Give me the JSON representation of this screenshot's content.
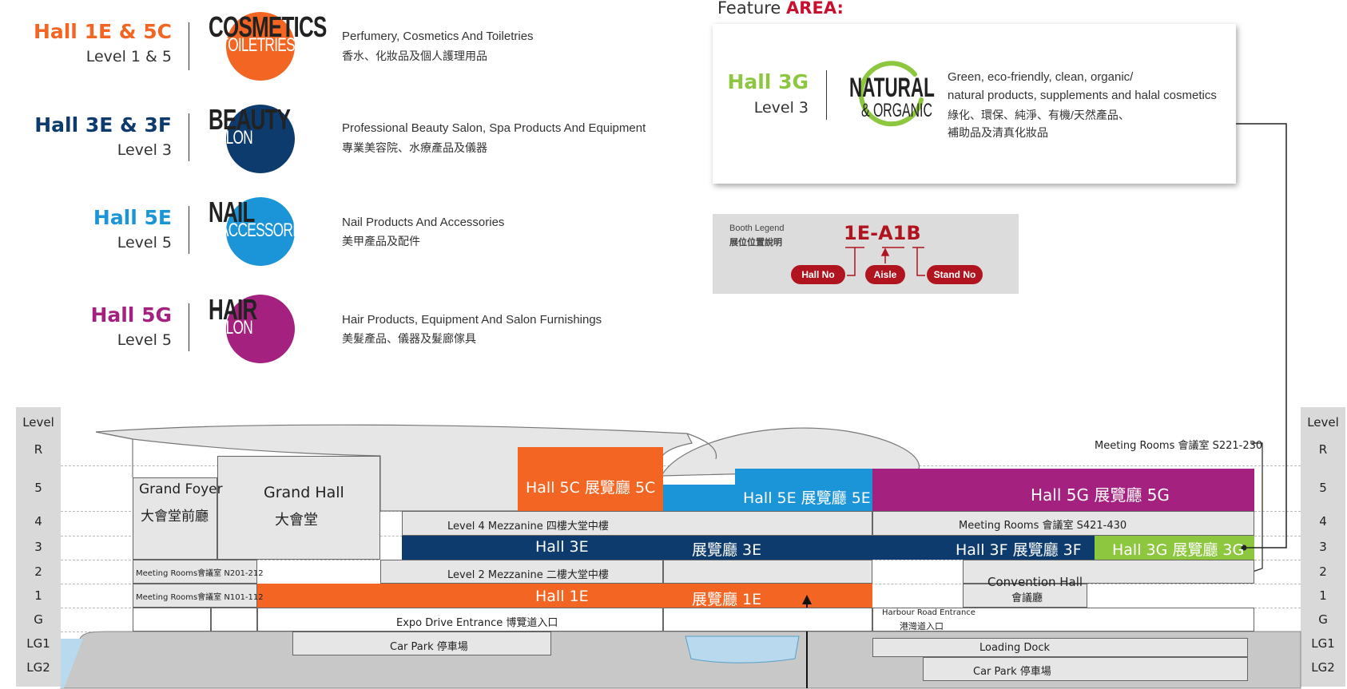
{
  "halls": [
    {
      "name": "Hall 1E & 5C",
      "level": "Level 1 & 5",
      "color": "#f26522",
      "logo_top": "COSMETICS",
      "logo_bottom": "& TOILETRIES",
      "desc_en": "Perfumery, Cosmetics And Toiletries",
      "desc_zh": "香水、化妝品及個人護理用品"
    },
    {
      "name": "Hall 3E & 3F",
      "level": "Level 3",
      "color": "#0d3b6e",
      "logo_top": "BEAUTY",
      "logo_bottom": "SALON",
      "desc_en": "Professional Beauty Salon, Spa Products And Equipment",
      "desc_zh": "專業美容院、水療產品及儀器"
    },
    {
      "name": "Hall 5E",
      "level": "Level 5",
      "color": "#1b94d8",
      "logo_top": "NAIL",
      "logo_bottom": "& ACCESSORIES",
      "desc_en": "Nail Products And Accessories",
      "desc_zh": "美甲產品及配件"
    },
    {
      "name": "Hall 5G",
      "level": "Level 5",
      "color": "#a5217f",
      "logo_top": "HAIR",
      "logo_bottom": "SALON",
      "desc_en": "Hair Products, Equipment And Salon Furnishings",
      "desc_zh": "美髮產品、儀器及髮廊傢具"
    }
  ],
  "feature": {
    "title_prefix": "Feature",
    "title_highlight": "AREA:",
    "highlight_color": "#c8102e",
    "hall": "Hall 3G",
    "level": "Level 3",
    "color": "#8dc63f",
    "logo_top": "NATURAL",
    "logo_bottom": "& ORGANIC",
    "desc_en_1": "Green, eco-friendly, clean, organic/",
    "desc_en_2": "natural products, supplements and halal cosmetics",
    "desc_zh_1": "綠化、環保、純淨、有機/天然產品、",
    "desc_zh_2": "補助品及清真化妝品"
  },
  "booth_legend": {
    "label_en": "Booth Legend",
    "label_zh": "展位位置說明",
    "code_hall": "1E",
    "code_sep": "-",
    "code_aisle": "A1",
    "code_stand": "B",
    "hall_no": "Hall No",
    "aisle": "Aisle",
    "stand_no": "Stand No",
    "color": "#b0141f"
  },
  "levels": {
    "header": "Level",
    "rows": [
      "R",
      "5",
      "4",
      "3",
      "2",
      "1",
      "G",
      "LG1",
      "LG2"
    ]
  },
  "section": {
    "grand_foyer_en": "Grand Foyer",
    "grand_foyer_zh": "大會堂前廳",
    "grand_hall_en": "Grand Hall",
    "grand_hall_zh": "大會堂",
    "hall_5c": "Hall 5C 展覽廳 5C",
    "hall_5e": "Hall 5E 展覽廳 5E",
    "hall_5g": "Hall 5G   展覽廳 5G",
    "level4_mezz": "Level 4  Mezzanine 四樓大堂中樓",
    "meeting_s421": "Meeting Rooms 會議室 S421-430",
    "meeting_s221": "Meeting Rooms 會議室 S221-230",
    "hall_3e": "Hall 3E",
    "hall_3e_zh": "展覽廳 3E",
    "hall_3f": "Hall 3F 展覽廳 3F",
    "hall_3g": "Hall 3G 展覽廳 3G",
    "meeting_n201": "Meeting Rooms會議室 N201-212",
    "level2_mezz": "Level 2  Mezzanine 二樓大堂中樓",
    "convention_en": "Convention Hall",
    "convention_zh": "會議廳",
    "meeting_n101": "Meeting Rooms會議室 N101-112",
    "hall_1e": "Hall 1E",
    "hall_1e_zh": "展覽廳 1E",
    "expo_drive": "Expo Drive Entrance  博覽道入口",
    "harbour_en": "Harbour Road Entrance",
    "harbour_zh": "港灣道入口",
    "car_park_left": "Car Park  停車場",
    "loading_dock": "Loading Dock",
    "car_park_right": "Car Park  停車場"
  }
}
